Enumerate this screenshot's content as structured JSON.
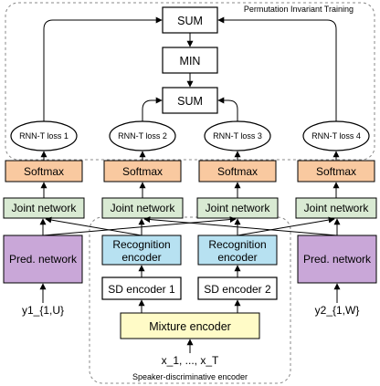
{
  "regions": {
    "pit_label": "Permutation Invariant Training",
    "spk_label": "Speaker-discriminative encoder"
  },
  "nodes": {
    "sum_top": "SUM",
    "min": "MIN",
    "sum_mid": "SUM",
    "loss1": "RNN-T loss 1",
    "loss2": "RNN-T loss 2",
    "loss3": "RNN-T loss 3",
    "loss4": "RNN-T loss 4",
    "softmax1": "Softmax",
    "softmax2": "Softmax",
    "softmax3": "Softmax",
    "softmax4": "Softmax",
    "joint1": "Joint network",
    "joint2": "Joint network",
    "joint3": "Joint network",
    "joint4": "Joint network",
    "pred1": "Pred. network",
    "pred2": "Pred. network",
    "rec1_line1": "Recognition",
    "rec1_line2": "encoder",
    "rec2_line1": "Recognition",
    "rec2_line2": "encoder",
    "sd1": "SD encoder 1",
    "sd2": "SD encoder 2",
    "mixture": "Mixture encoder"
  },
  "inputs": {
    "y1": "y1_{1,U}",
    "y2": "y2_{1,W}",
    "x": "x_1, ..., x_T"
  },
  "colors": {
    "softmax": "#f9c9a0",
    "joint": "#d9ead3",
    "pred": "#c9a7d8",
    "recognition": "#b7e1f1",
    "mixture": "#fffbc7"
  }
}
